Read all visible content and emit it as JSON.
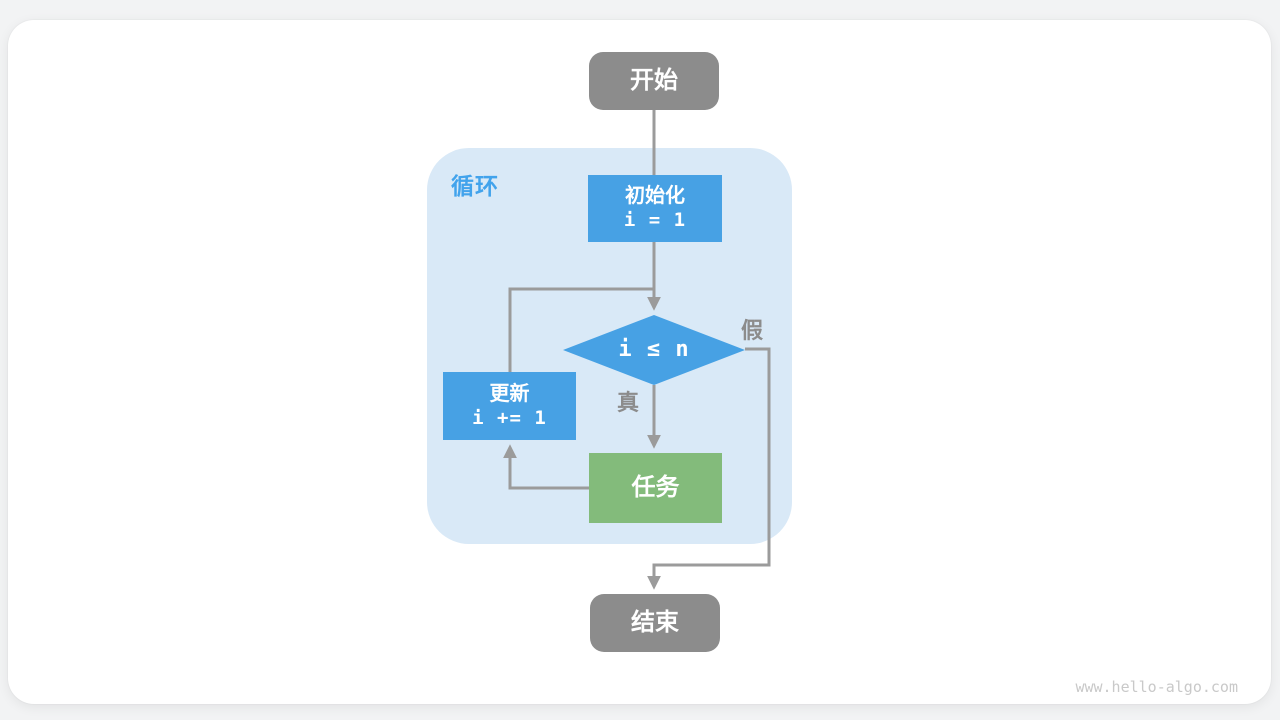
{
  "colors": {
    "page_bg": "#F2F3F4",
    "card_bg": "#FFFFFF",
    "node_gray": "#8C8C8C",
    "node_blue": "#47A1E4",
    "node_green": "#83BB7B",
    "loop_bg": "#D9E9F7",
    "connector": "#9B9B9B",
    "edge_label": "#8C8C8C",
    "loop_label": "#42A3EC",
    "watermark": "#C9C9C9"
  },
  "flowchart": {
    "start": {
      "label": "开始"
    },
    "loop": {
      "label": "循环"
    },
    "init": {
      "title": "初始化",
      "code": "i = 1"
    },
    "condition": {
      "label": "i ≤ n"
    },
    "update": {
      "title": "更新",
      "code": "i += 1"
    },
    "task": {
      "label": "任务"
    },
    "end": {
      "label": "结束"
    },
    "branch_true": "真",
    "branch_false": "假"
  },
  "footer": {
    "watermark": "www.hello-algo.com"
  }
}
